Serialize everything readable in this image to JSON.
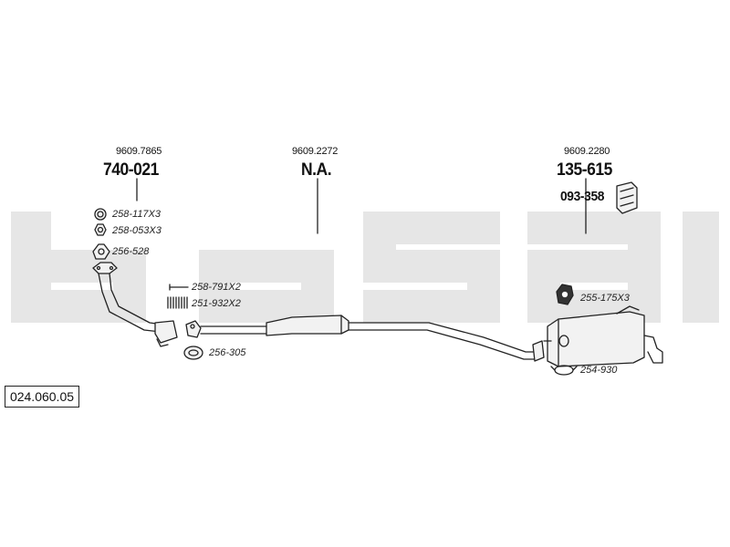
{
  "reference_number": "024.060.05",
  "groups": [
    {
      "id": "front",
      "oe_number": "9609.7865",
      "part_number": "740-021"
    },
    {
      "id": "middle",
      "oe_number": "9609.2272",
      "part_number": "N.A."
    },
    {
      "id": "rear",
      "oe_number": "9609.2280",
      "part_number": "135-615",
      "secondary_part_number": "093-358"
    }
  ],
  "accessories": [
    {
      "id": "ring",
      "label": "258-117X3"
    },
    {
      "id": "nut",
      "label": "258-053X3"
    },
    {
      "id": "gasket-flange",
      "label": "256-528"
    },
    {
      "id": "bolt",
      "label": "258-791X2"
    },
    {
      "id": "spring",
      "label": "251-932X2"
    },
    {
      "id": "gasket-ring",
      "label": "256-305"
    },
    {
      "id": "rubber-mount",
      "label": "255-175X3"
    },
    {
      "id": "clamp",
      "label": "254-930"
    }
  ],
  "colors": {
    "watermark": "#e6e6e6",
    "line": "#222222",
    "part_fill": "#f2f2f2",
    "text": "#111111"
  }
}
